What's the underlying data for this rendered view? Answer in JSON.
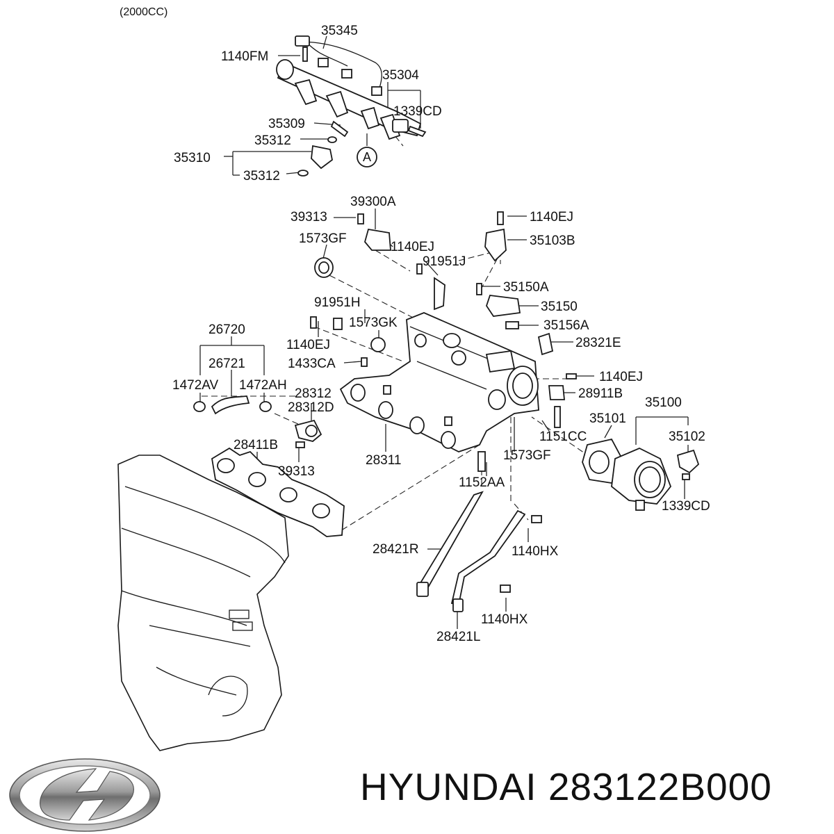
{
  "diagram": {
    "engine_variant": "(2000CC)",
    "callout_ref": "A",
    "part_labels": [
      "35345",
      "1140FM",
      "35304",
      "1339CD",
      "35309",
      "35312",
      "35310",
      "35312",
      "39313",
      "39300A",
      "1140EJ",
      "1573GF",
      "1140EJ",
      "35103B",
      "91951J",
      "35150A",
      "35150",
      "35156A",
      "91951H",
      "1573GK",
      "28321E",
      "26720",
      "1140EJ",
      "26721",
      "1433CA",
      "1140EJ",
      "1472AV",
      "1472AH",
      "28312",
      "28312D",
      "28911B",
      "35100",
      "35101",
      "1151CC",
      "35102",
      "28411B",
      "39313",
      "28311",
      "1573GF",
      "1152AA",
      "1339CD",
      "28421R",
      "1140HX",
      "1140HX",
      "28421L"
    ]
  },
  "footer": {
    "brand": "HYUNDAI",
    "part_number": "283122B000",
    "logo_icon": "hyundai-logo-icon"
  }
}
